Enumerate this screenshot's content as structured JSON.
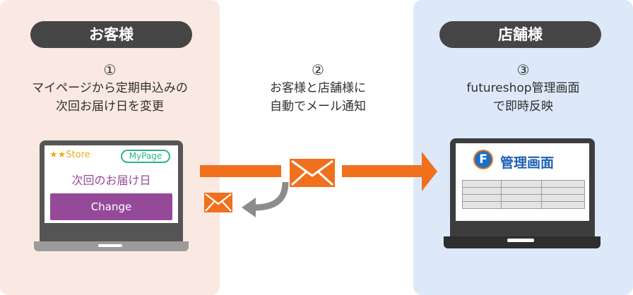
{
  "customer": {
    "title": "お客様",
    "step_num": "①",
    "step_line1": "マイページから定期申込みの",
    "step_line2": "次回お届け日を変更",
    "screen": {
      "store": "★★Store",
      "mypage": "MyPage",
      "next_delivery": "次回のお届け日",
      "change": "Change"
    }
  },
  "middle": {
    "step_num": "②",
    "step_line1": "お客様と店舗様に",
    "step_line2": "自動でメール通知"
  },
  "shop": {
    "title": "店舗様",
    "step_num": "③",
    "step_line1": "futureshop管理画面",
    "step_line2": "で即時反映",
    "screen": {
      "logo_letter": "F",
      "admin_title": "管理画面"
    }
  },
  "colors": {
    "customer_bg": "#f9e9e2",
    "shop_bg": "#dde9f9",
    "accent_orange": "#f0701d",
    "change_purple": "#944a98",
    "mypage_green": "#2bb58a",
    "admin_blue": "#1e5fb4"
  },
  "icons": [
    "mail-icon",
    "return-arrow-icon",
    "right-arrow-icon",
    "laptop-icon",
    "futureshop-logo-icon"
  ]
}
